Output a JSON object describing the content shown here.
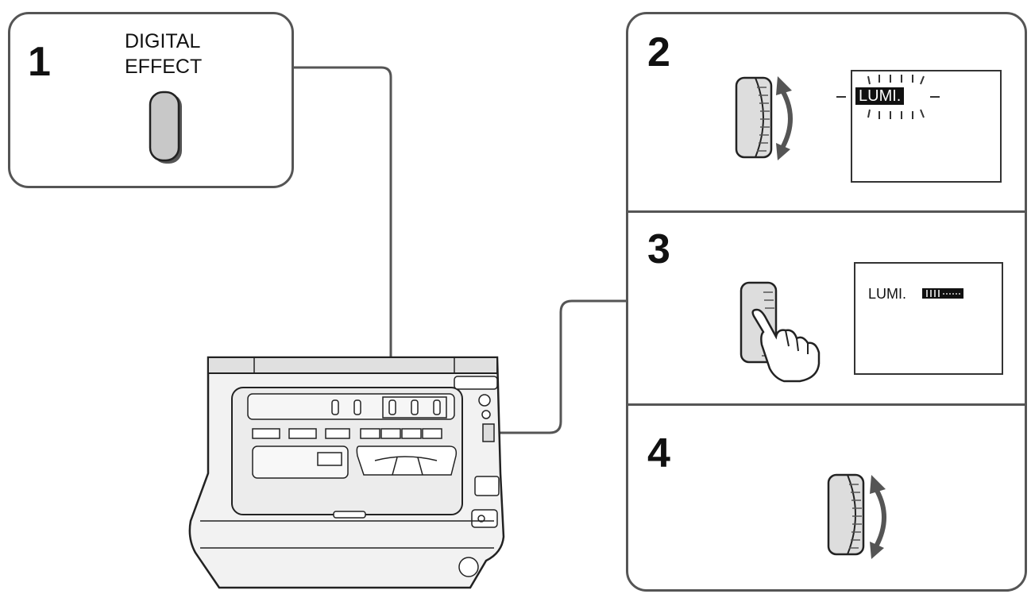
{
  "steps": [
    {
      "number": "1",
      "label_line1": "DIGITAL",
      "label_line2": "EFFECT"
    },
    {
      "number": "2",
      "screen_text": "LUMI."
    },
    {
      "number": "3",
      "screen_text": "LUMI."
    },
    {
      "number": "4"
    }
  ],
  "icons": {
    "button": "digital-effect-button-icon",
    "dial": "control-dial-icon",
    "arrows": "up-down-arrows-icon",
    "hand": "pointing-hand-icon",
    "device": "video-deck-icon"
  }
}
